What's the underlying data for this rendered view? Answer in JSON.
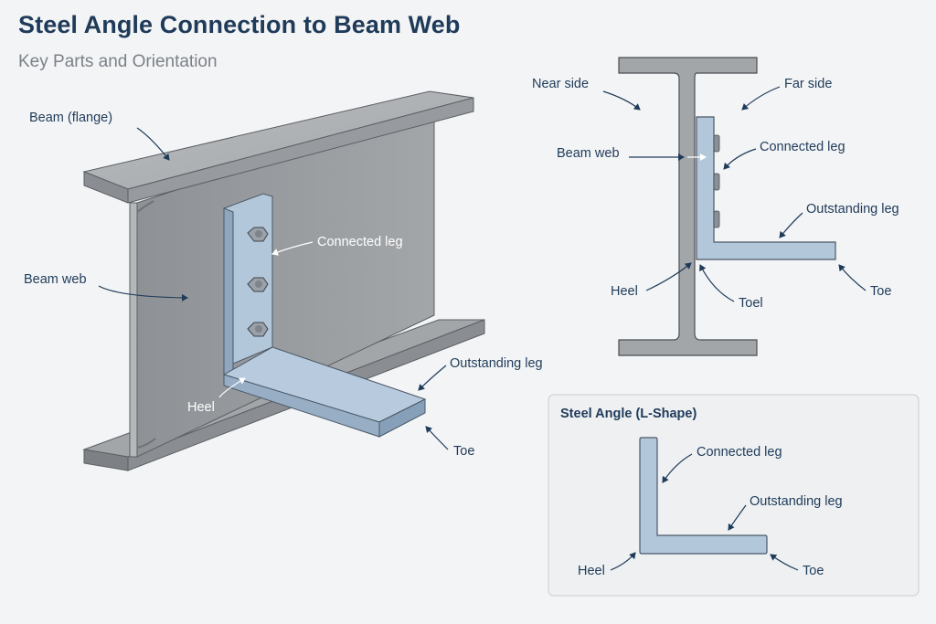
{
  "title": "Steel Angle Connection to Beam Web",
  "subtitle": "Key Parts and Orientation",
  "iso_view": {
    "labels": {
      "beam_flange": "Beam (flange)",
      "beam_web": "Beam web",
      "connected_leg": "Connected leg",
      "outstanding_leg": "Outstanding leg",
      "heel": "Heel",
      "toe": "Toe"
    }
  },
  "section_view": {
    "labels": {
      "near_side": "Near side",
      "far_side": "Far side",
      "beam_web": "Beam web",
      "connected_leg": "Connected leg",
      "outstanding_leg": "Outstanding leg",
      "heel": "Heel",
      "toel": "Toel",
      "toe": "Toe"
    }
  },
  "angle_panel": {
    "title": "Steel Angle (L-Shape)",
    "labels": {
      "connected_leg": "Connected leg",
      "outstanding_leg": "Outstanding leg",
      "heel": "Heel",
      "toe": "Toe"
    }
  },
  "colors": {
    "title": "#1f3b5a",
    "steel_light": "#a9acaf",
    "steel_mid": "#8d9195",
    "steel_dark": "#6f7377",
    "angle_blue": "#b3c7db",
    "angle_blue_dark": "#7f9ab5",
    "outline": "#4a4e52"
  }
}
